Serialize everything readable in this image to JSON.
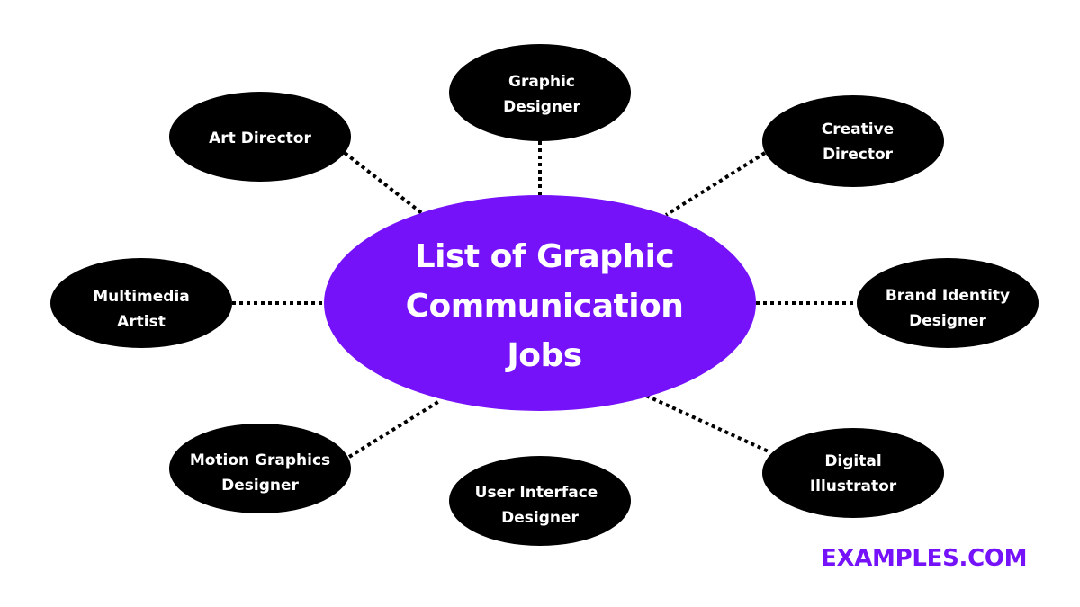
{
  "diagram": {
    "title_lines": [
      "List of Graphic",
      "Communication",
      "Jobs"
    ],
    "title": "List of Graphic Communication Jobs",
    "colors": {
      "center_fill": "#7512F9",
      "node_fill": "#000000",
      "node_text": "#FFFFFF",
      "connector": "#000000",
      "watermark": "#7512F9",
      "background": "#FFFFFF"
    },
    "nodes": [
      {
        "id": "graphic-designer",
        "lines": [
          "Graphic",
          "Designer"
        ]
      },
      {
        "id": "art-director",
        "lines": [
          "Art Director"
        ]
      },
      {
        "id": "creative-director",
        "lines": [
          "Creative",
          "Director"
        ]
      },
      {
        "id": "multimedia-artist",
        "lines": [
          "Multimedia",
          "Artist"
        ]
      },
      {
        "id": "brand-identity-designer",
        "lines": [
          "Brand Identity",
          "Designer"
        ]
      },
      {
        "id": "motion-graphics-designer",
        "lines": [
          "Motion Graphics",
          "Designer"
        ]
      },
      {
        "id": "user-interface-designer",
        "lines": [
          "User Interface",
          "Designer"
        ]
      },
      {
        "id": "digital-illustrator",
        "lines": [
          "Digital",
          "Illustrator"
        ]
      }
    ]
  },
  "watermark": {
    "text": "EXAMPLES.COM"
  }
}
